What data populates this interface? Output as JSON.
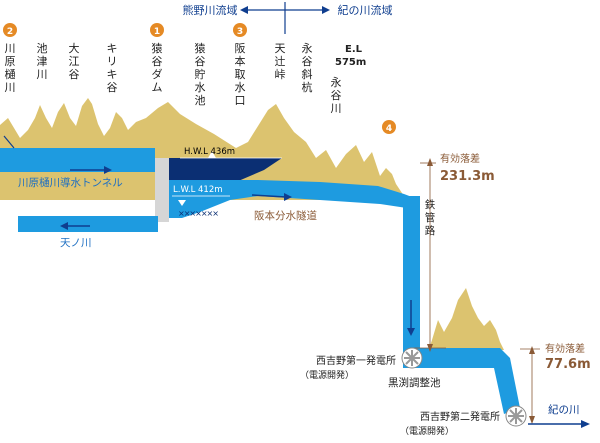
{
  "header": {
    "left_basin": "熊野川流域",
    "right_basin": "紀の川流域"
  },
  "columns": [
    {
      "marker": "2",
      "label": "川原樋川"
    },
    {
      "marker": "",
      "label": "池津川"
    },
    {
      "marker": "",
      "label": "大江谷"
    },
    {
      "marker": "",
      "label": "キリキ谷"
    },
    {
      "marker": "1",
      "label": "猿谷ダム"
    },
    {
      "marker": "",
      "label": "猿谷貯水池"
    },
    {
      "marker": "3",
      "label": "阪本取水口"
    },
    {
      "marker": "",
      "label": "天辻峠"
    },
    {
      "marker": "",
      "label": "永谷斜杭"
    },
    {
      "marker": "",
      "label": "永谷川"
    }
  ],
  "elevation": {
    "label": "E.L",
    "value": "575m"
  },
  "marker_4": "4",
  "reservoir": {
    "hwl": "H.W.L 436m",
    "lwl": "L.W.L 412m"
  },
  "tunnels": {
    "diversion_tunnel": "川原樋川導水トンネル",
    "tennokawa": "天ノ川",
    "sakamoto_tunnel": "阪本分水隧道",
    "penstock": "鉄管路"
  },
  "heads": [
    {
      "label": "有効落差",
      "value": "231.3m"
    },
    {
      "label": "有効落差",
      "value": "77.6m"
    }
  ],
  "stations": {
    "first": "西吉野第一発電所",
    "first_owner": "（電源開発）",
    "pond": "黒渕調整池",
    "second": "西吉野第二発電所",
    "second_owner": "（電源開発）",
    "kinokawa": "紀の川"
  },
  "colors": {
    "water": "#1e9be0",
    "reservoir": "#0b2f73",
    "mountain": "#dcc36f",
    "marker": "#e58a25",
    "head": "#8a5a36",
    "arrow": "#0f3e8f"
  }
}
